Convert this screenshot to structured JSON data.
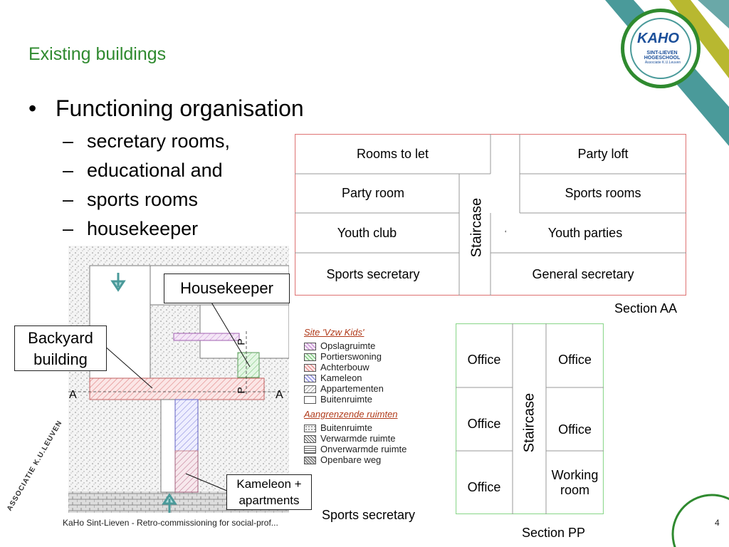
{
  "title": "Existing buildings",
  "bullet": "Functioning organisation",
  "sub_items": [
    "secretary rooms,",
    "educational and",
    "sports rooms",
    "housekeeper"
  ],
  "section_aa": {
    "cells": [
      "Rooms to let",
      "Party loft",
      "Party room",
      "Sports rooms",
      "Youth club",
      "Youth parties",
      "Sports secretary",
      "General secretary"
    ],
    "staircase": "Staircase",
    "tick_mark": "‘",
    "caption": "Section AA"
  },
  "section_pp": {
    "cells": [
      "Office",
      "Office",
      "Office",
      "Office",
      "Office",
      "Working room"
    ],
    "staircase": "Staircase",
    "caption": "Section PP"
  },
  "callouts": {
    "housekeeper": "Housekeeper",
    "backyard": "Backyard building",
    "kameleon": "Kameleon + apartments",
    "sports_secretary": "Sports secretary"
  },
  "plan_labels": {
    "a_left": "A",
    "a_right": "A",
    "p_upper": "P",
    "p_lower": "P"
  },
  "legend": {
    "site_title": "Site 'Vzw Kids'",
    "site_items": [
      "Opslagruimte",
      "Portierswoning",
      "Achterbouw",
      "Kameleon",
      "Appartementen",
      "Buitenruimte"
    ],
    "adjacent_title": "Aangrenzende ruimten",
    "adjacent_items": [
      "Buitenruimte",
      "Verwarmde ruimte",
      "Onverwarmde ruimte",
      "Openbare weg"
    ]
  },
  "logo": {
    "text": "KAHO",
    "subtitle": "SINT-LIEVEN HOGESCHOOL",
    "tagline": "Associatie K.U.Leuven"
  },
  "assoc_logo": "ASSOCIATIE K.U.LEUVEN",
  "footer": "KaHo Sint-Lieven - Retro-commissioning for social-prof...",
  "page_number": "4",
  "colors": {
    "title": "#2f8a2f",
    "section_aa_border": "#e07a7a",
    "section_pp_border": "#8fd88f",
    "teal": "#4a9a9a",
    "olive": "#b8b830"
  }
}
